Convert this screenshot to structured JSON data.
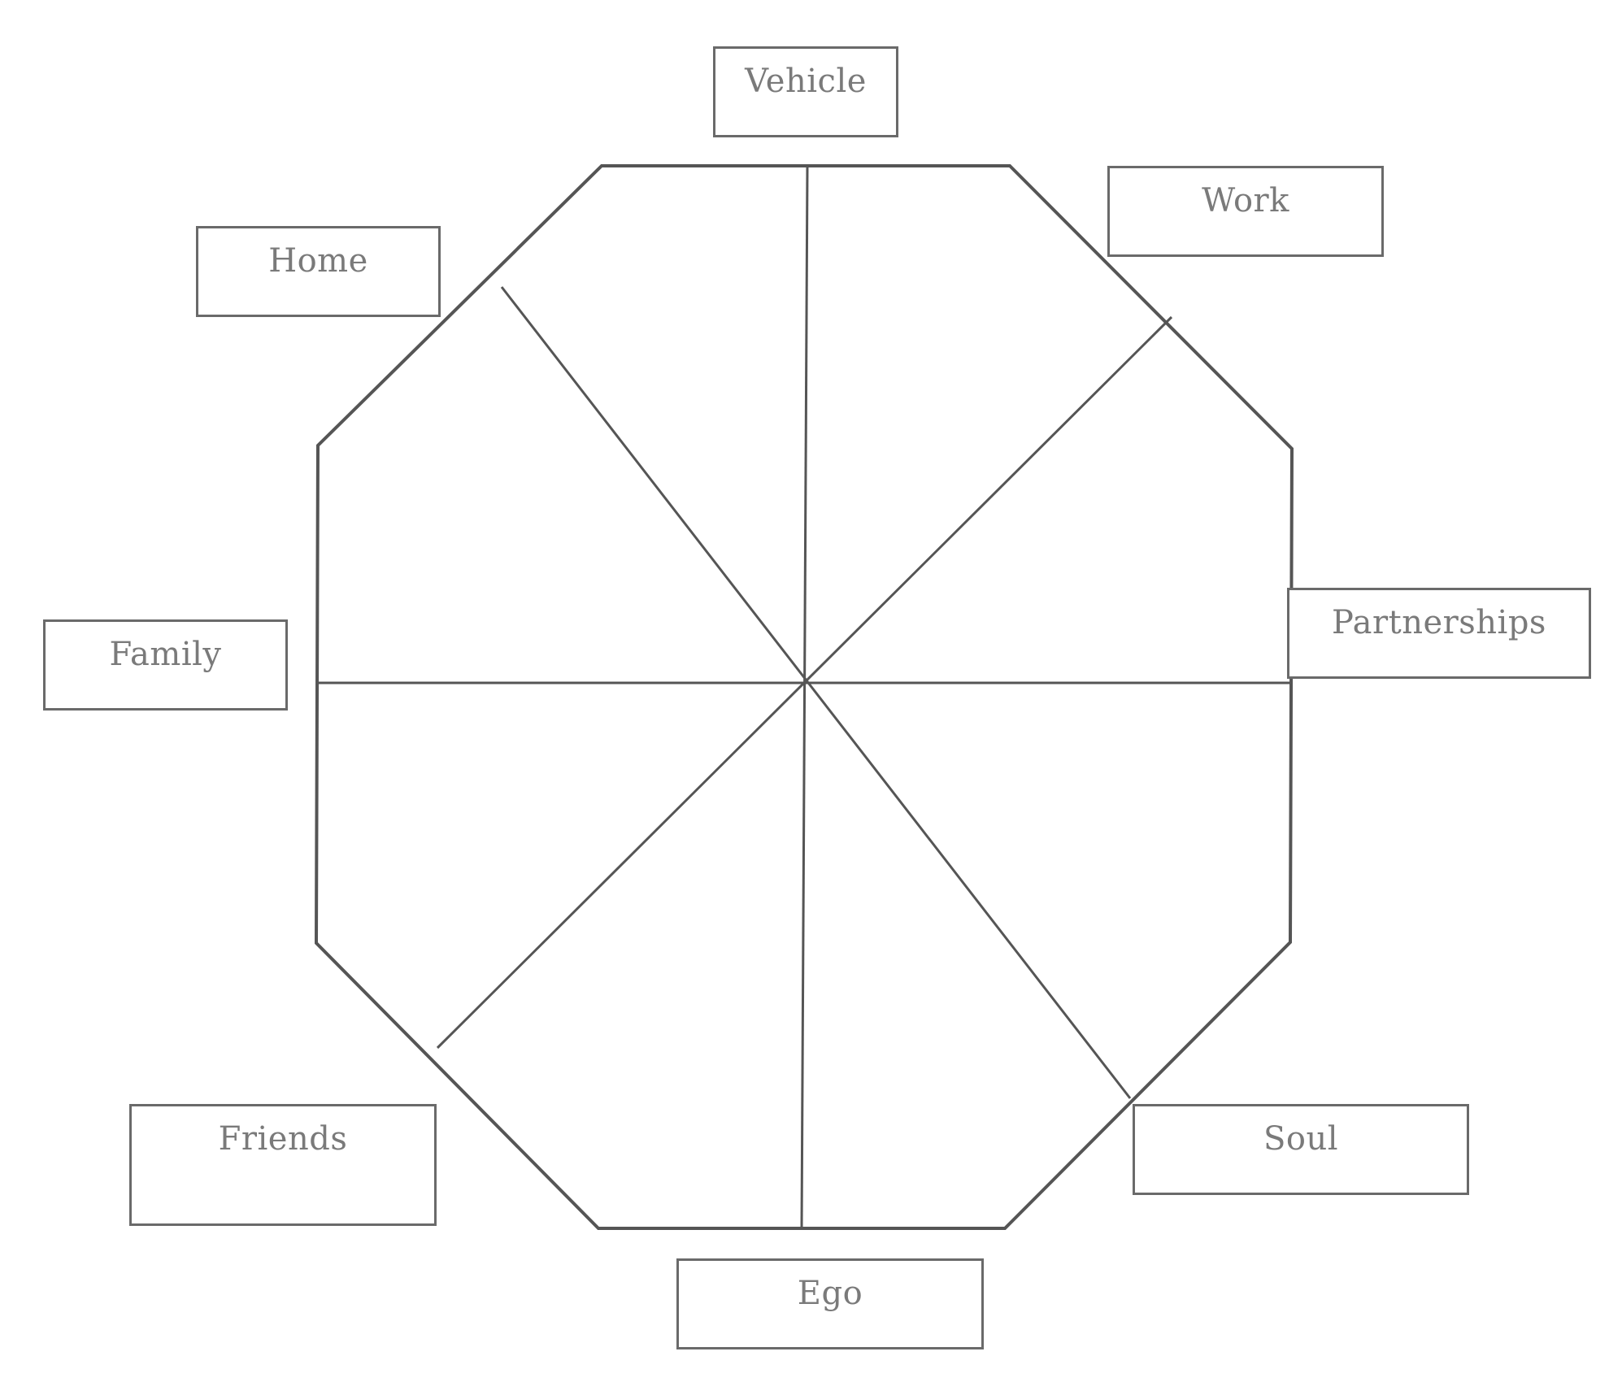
{
  "diagram": {
    "labels": {
      "vehicle": "Vehicle",
      "work": "Work",
      "home": "Home",
      "partnerships": "Partnerships",
      "family": "Family",
      "friends": "Friends",
      "soul": "Soul",
      "ego": "Ego"
    },
    "colors": {
      "line": "#555555",
      "box_border": "#6a6a6a",
      "text": "#7a7a7a"
    }
  }
}
